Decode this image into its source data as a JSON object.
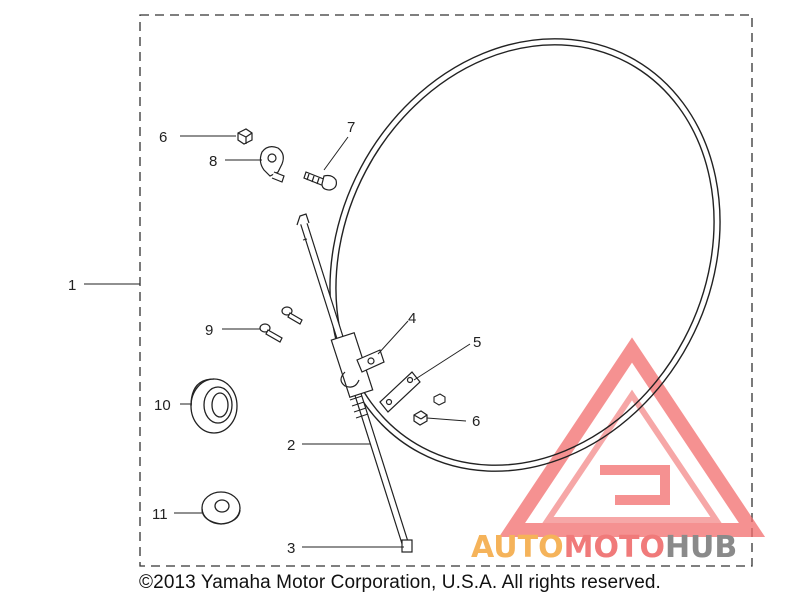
{
  "diagram": {
    "callouts": [
      {
        "id": "1",
        "label": "1"
      },
      {
        "id": "2",
        "label": "2"
      },
      {
        "id": "3",
        "label": "3"
      },
      {
        "id": "4",
        "label": "4"
      },
      {
        "id": "5",
        "label": "5"
      },
      {
        "id": "6a",
        "label": "6"
      },
      {
        "id": "6b",
        "label": "6"
      },
      {
        "id": "7",
        "label": "7"
      },
      {
        "id": "8",
        "label": "8"
      },
      {
        "id": "9",
        "label": "9"
      },
      {
        "id": "10",
        "label": "10"
      },
      {
        "id": "11",
        "label": "11"
      }
    ]
  },
  "watermark": {
    "part1": "AUTO",
    "part2": "MOTO",
    "part3": "HUB",
    "colors": {
      "auto": "#f5b35a",
      "moto": "#f07a7a",
      "hub": "#8a8a8a",
      "triangle": "#f26d6d"
    }
  },
  "footer": {
    "copyright": "©2013 Yamaha Motor Corporation, U.S.A. All rights reserved."
  }
}
